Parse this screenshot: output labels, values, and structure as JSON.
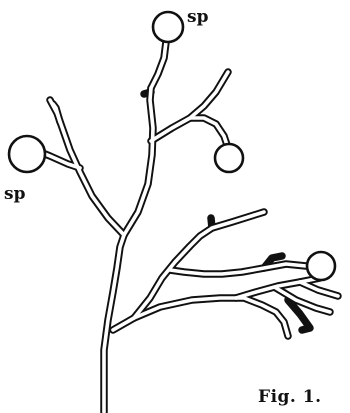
{
  "labels": {
    "sporangium_top": "sp",
    "sporangium_left": "sp"
  },
  "caption": "Fig. 1.",
  "colors": {
    "ink": "#111111",
    "background": "#ffffff"
  }
}
